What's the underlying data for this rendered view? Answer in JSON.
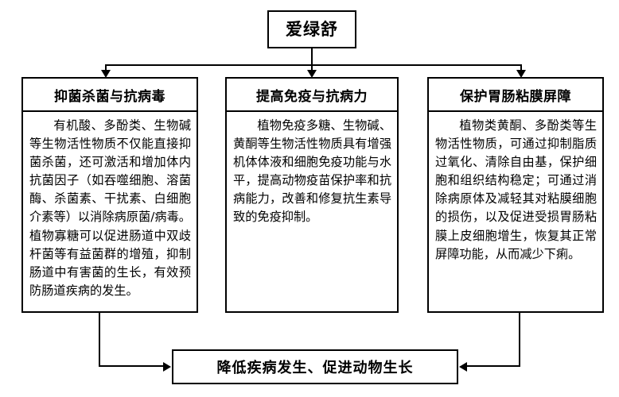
{
  "diagram": {
    "title": {
      "label": "爱绿舒"
    },
    "pillars": [
      {
        "header": "抑菌杀菌与抗病毒",
        "body": "有机酸、多酚类、生物碱等生物活性物质不仅能直接抑菌杀菌，还可激活和增加体内抗菌因子（如吞噬细胞、溶菌酶、杀菌素、干扰素、白细胞介素等）以消除病原菌/病毒。植物寡糖可以促进肠道中双歧杆菌等有益菌群的增殖，抑制肠道中有害菌的生长，有效预防肠道疾病的发生。"
      },
      {
        "header": "提高免疫与抗病力",
        "body": "植物免疫多糖、生物碱、黄酮等生物活性物质具有增强机体体液和细胞免疫功能与水平，提高动物疫苗保护率和抗病能力，改善和修复抗生素导致的免疫抑制。"
      },
      {
        "header": "保护胃肠粘膜屏障",
        "body": "植物类黄酮、多酚类等生物活性物质，可通过抑制脂质过氧化、清除自由基，保护细胞和组织结构稳定；可通过消除病原体及减轻其对粘膜细胞的损伤，以及促进受损胃肠粘膜上皮细胞增生，恢复其正常屏障功能，从而减少下痢。"
      }
    ],
    "summary": {
      "label": "降低疾病发生、促进动物生长"
    },
    "colors": {
      "line": "#000000",
      "text": "#000000",
      "background": "#ffffff"
    }
  }
}
